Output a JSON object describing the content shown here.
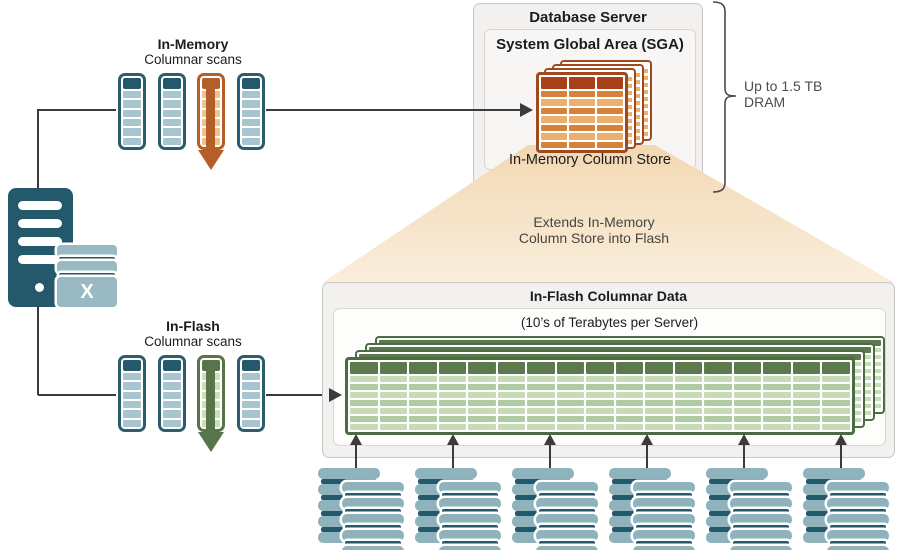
{
  "diagram": {
    "in_memory_scans": {
      "title": "In-Memory",
      "subtitle": "Columnar scans"
    },
    "in_flash_scans": {
      "title": "In-Flash",
      "subtitle": "Columnar scans"
    },
    "database_server": {
      "title": "Database Server",
      "sga_title": "System Global Area (SGA)",
      "store_label": "In-Memory Column Store"
    },
    "dram_note": {
      "line1": "Up to 1.5 TB",
      "line2": "DRAM"
    },
    "extends_note": {
      "line1": "Extends In-Memory",
      "line2": "Column Store into Flash"
    },
    "in_flash_box": {
      "title": "In-Flash Columnar Data",
      "subtitle": "(10’s of Terabytes per Server)"
    },
    "storage_server_label": "X"
  },
  "structure": {
    "scan_columns": {
      "count": 4,
      "highlight_index": 2,
      "body_cells": 6
    },
    "memory_grid": {
      "columns": 3,
      "rows": 7,
      "back_sheets": 3
    },
    "flash_grid": {
      "columns": 17,
      "rows": 7,
      "back_sheets": 3
    },
    "disk_stacks": {
      "count": 6,
      "slabs_per_stack": 5
    },
    "flash_arrows": 6
  },
  "colors": {
    "teal_dark": "#24586B",
    "teal_border": "#2B5D6E",
    "cell_blue": "#A7C5CE",
    "slab_blue": "#8FB3BD",
    "storage_blue": "#9ABAC3",
    "orange_border": "#9E4A1E",
    "orange_header": "#A84018",
    "orange_mid": "#D5823B",
    "orange_light": "#EBAF70",
    "orange_arrow": "#B45F28",
    "orange_cell": "#F2C28C",
    "green_border": "#4C6B42",
    "green_header": "#5A7A4C",
    "green_light": "#C7DBB6",
    "green_mid": "#AFCBA0",
    "green_arrow": "#567549",
    "green_cell": "#CCDFBA",
    "box_fill": "#F2F1EF",
    "box_border": "#C9C7C3",
    "inner_fill": "#F7F6F4",
    "white_fill": "#FDFDFC",
    "trap_top": "#F2D8B2",
    "trap_bottom": "#FAEEDC",
    "line": "#3B3B3B"
  }
}
